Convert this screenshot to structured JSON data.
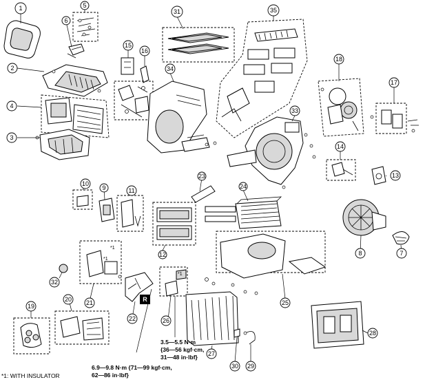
{
  "callouts": [
    "1",
    "2",
    "3",
    "4",
    "5",
    "6",
    "7",
    "8",
    "9",
    "10",
    "11",
    "12",
    "13",
    "14",
    "15",
    "16",
    "17",
    "18",
    "19",
    "20",
    "21",
    "22",
    "23",
    "24",
    "25",
    "26",
    "27",
    "28",
    "29",
    "30",
    "31",
    "32",
    "33",
    "34",
    "35"
  ],
  "marker_star_1": "*1",
  "tag_r": "R",
  "torque_note_a": {
    "line1": "3.5—5.5 N·m",
    "line2": "{36—56 kgf·cm,",
    "line3": "31—48 in·lbf}"
  },
  "torque_note_b": {
    "line1": "6.9—9.8 N·m {71—99 kgf·cm,",
    "line2": "62—86 in·lbf}"
  },
  "footnote": "*1: WITH INSULATOR"
}
